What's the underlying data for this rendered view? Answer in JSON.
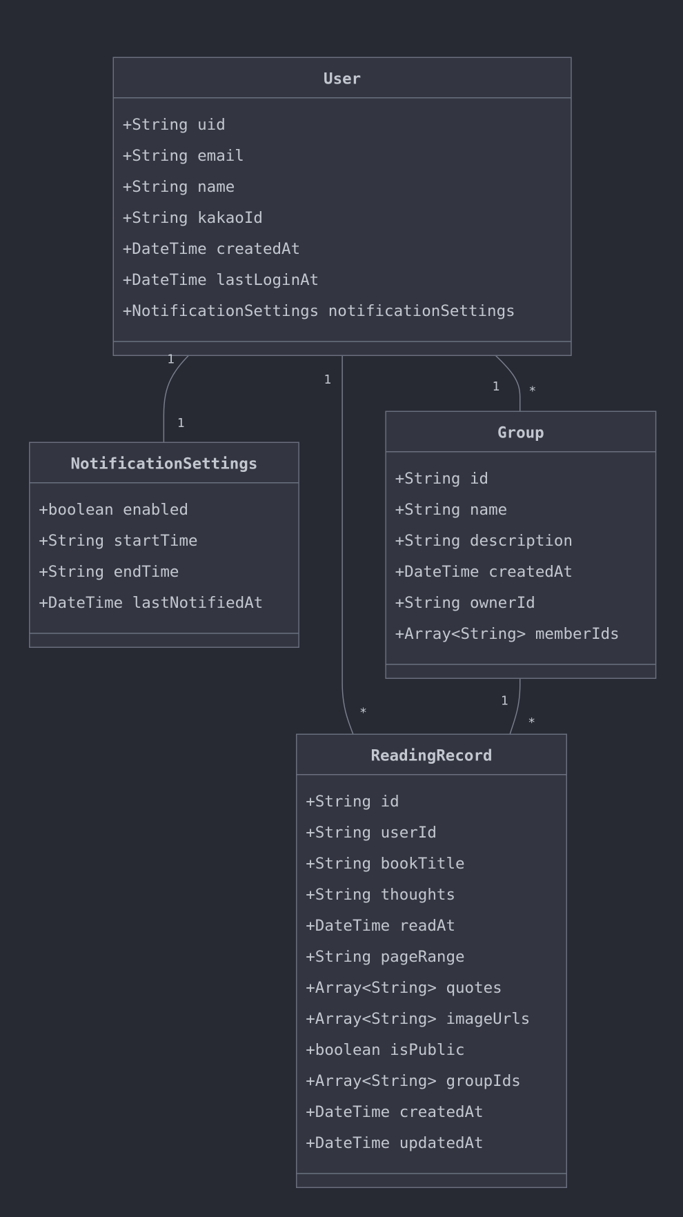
{
  "classes": [
    {
      "name": "User",
      "attributes": [
        "+String uid",
        "+String email",
        "+String name",
        "+String kakaoId",
        "+DateTime createdAt",
        "+DateTime lastLoginAt",
        "+NotificationSettings notificationSettings"
      ]
    },
    {
      "name": "NotificationSettings",
      "attributes": [
        "+boolean enabled",
        "+String startTime",
        "+String endTime",
        "+DateTime lastNotifiedAt"
      ]
    },
    {
      "name": "Group",
      "attributes": [
        "+String id",
        "+String name",
        "+String description",
        "+DateTime createdAt",
        "+String ownerId",
        "+Array<String> memberIds"
      ]
    },
    {
      "name": "ReadingRecord",
      "attributes": [
        "+String id",
        "+String userId",
        "+String bookTitle",
        "+String thoughts",
        "+DateTime readAt",
        "+String pageRange",
        "+Array<String> quotes",
        "+Array<String> imageUrls",
        "+boolean isPublic",
        "+Array<String> groupIds",
        "+DateTime createdAt",
        "+DateTime updatedAt"
      ]
    }
  ],
  "relations": [
    {
      "from": "User",
      "to": "NotificationSettings",
      "from_mult": "1",
      "to_mult": "1"
    },
    {
      "from": "User",
      "to": "ReadingRecord",
      "from_mult": "1",
      "to_mult": "*"
    },
    {
      "from": "User",
      "to": "Group",
      "from_mult": "1",
      "to_mult": "*"
    },
    {
      "from": "Group",
      "to": "ReadingRecord",
      "from_mult": "1",
      "to_mult": "*"
    }
  ]
}
